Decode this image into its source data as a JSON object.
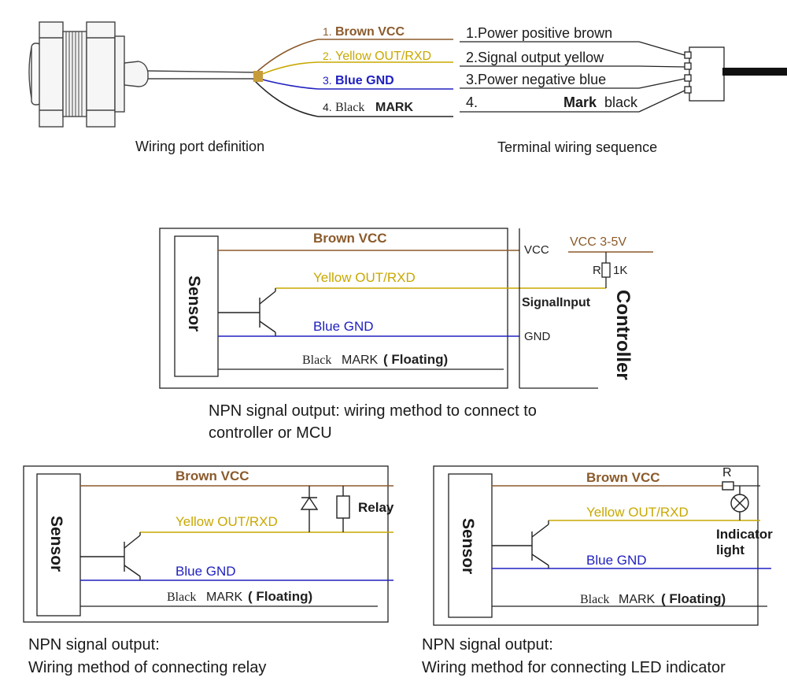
{
  "colors": {
    "brown": "#8b5a2b",
    "yellow": "#c8a800",
    "blue": "#2020c0",
    "black": "#222222",
    "relay_red": "#c00000"
  },
  "wiring_port": {
    "wires": [
      {
        "num": "1.",
        "label": "Brown VCC"
      },
      {
        "num": "2.",
        "label": "Yellow OUT/RXD"
      },
      {
        "num": "3.",
        "label": "Blue GND"
      },
      {
        "num": "4.",
        "label_serif": "Black",
        "label": "MARK"
      }
    ],
    "caption": "Wiring port definition"
  },
  "terminal": {
    "lines": [
      "1.Power positive brown",
      "2.Signal output yellow",
      "3.Power negative blue"
    ],
    "line4_num": "4.",
    "line4_bold": "Mark",
    "line4_rest": "black",
    "caption": "Terminal wiring sequence"
  },
  "controller_diagram": {
    "sensor": "Sensor",
    "brown": "Brown VCC",
    "yellow": "Yellow OUT/RXD",
    "blue": "Blue GND",
    "black_serif": "Black",
    "black_mark": "MARK",
    "floating": "( Floating)",
    "vcc": "VCC",
    "signal_input": "SignalInput",
    "gnd": "GND",
    "controller": "Controller",
    "vcc_range": "VCC 3-5V",
    "resistor_r": "R",
    "resistor_value": "1K",
    "caption_line1": "NPN signal output: wiring method to connect to",
    "caption_line2": "controller or MCU"
  },
  "relay_diagram": {
    "sensor": "Sensor",
    "brown": "Brown VCC",
    "yellow": "Yellow OUT/RXD",
    "blue": "Blue GND",
    "black_serif": "Black",
    "black_mark": "MARK",
    "floating": "( Floating)",
    "relay": "Relay",
    "caption_line1": "NPN signal output:",
    "caption_line2": "Wiring method of connecting relay"
  },
  "led_diagram": {
    "sensor": "Sensor",
    "brown": "Brown VCC",
    "yellow": "Yellow OUT/RXD",
    "blue": "Blue GND",
    "black_serif": "Black",
    "black_mark": "MARK",
    "floating": "( Floating)",
    "resistor": "R",
    "indicator_line1": "Indicator",
    "indicator_line2": "light",
    "caption_line1": "NPN signal output:",
    "caption_line2": "Wiring method for connecting LED indicator"
  }
}
